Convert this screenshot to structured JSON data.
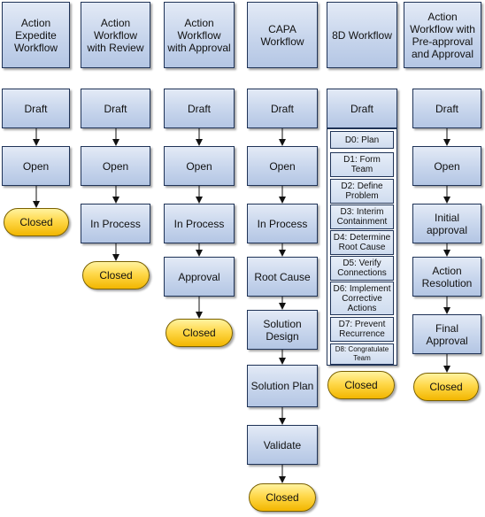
{
  "headers": [
    "Action Expedite Workflow",
    "Action Workflow with Review",
    "Action Workflow with Approval",
    "CAPA Workflow",
    "8D Workflow",
    "Action Workflow with Pre-approval and Approval"
  ],
  "action_expedite": {
    "steps": [
      "Draft",
      "Open"
    ],
    "end": "Closed"
  },
  "action_review": {
    "steps": [
      "Draft",
      "Open",
      "In Process"
    ],
    "end": "Closed"
  },
  "action_approval": {
    "steps": [
      "Draft",
      "Open",
      "In Process",
      "Approval"
    ],
    "end": "Closed"
  },
  "capa": {
    "steps": [
      "Draft",
      "Open",
      "In Process",
      "Root Cause",
      "Solution Design",
      "Solution Plan",
      "Validate"
    ],
    "end": "Closed"
  },
  "eight_d": {
    "start": "Draft",
    "disciplines": [
      "D0: Plan",
      "D1: Form Team",
      "D2: Define Problem",
      "D3: Interim Containment",
      "D4: Determine Root Cause",
      "D5: Verify Connections",
      "D6: Implement Corrective Actions",
      "D7: Prevent Recurrence",
      "D8: Congratulate Team"
    ],
    "end": "Closed"
  },
  "pre_approval": {
    "steps": [
      "Draft",
      "Open",
      "Initial approval",
      "Action Resolution",
      "Final Approval"
    ],
    "end": "Closed"
  }
}
